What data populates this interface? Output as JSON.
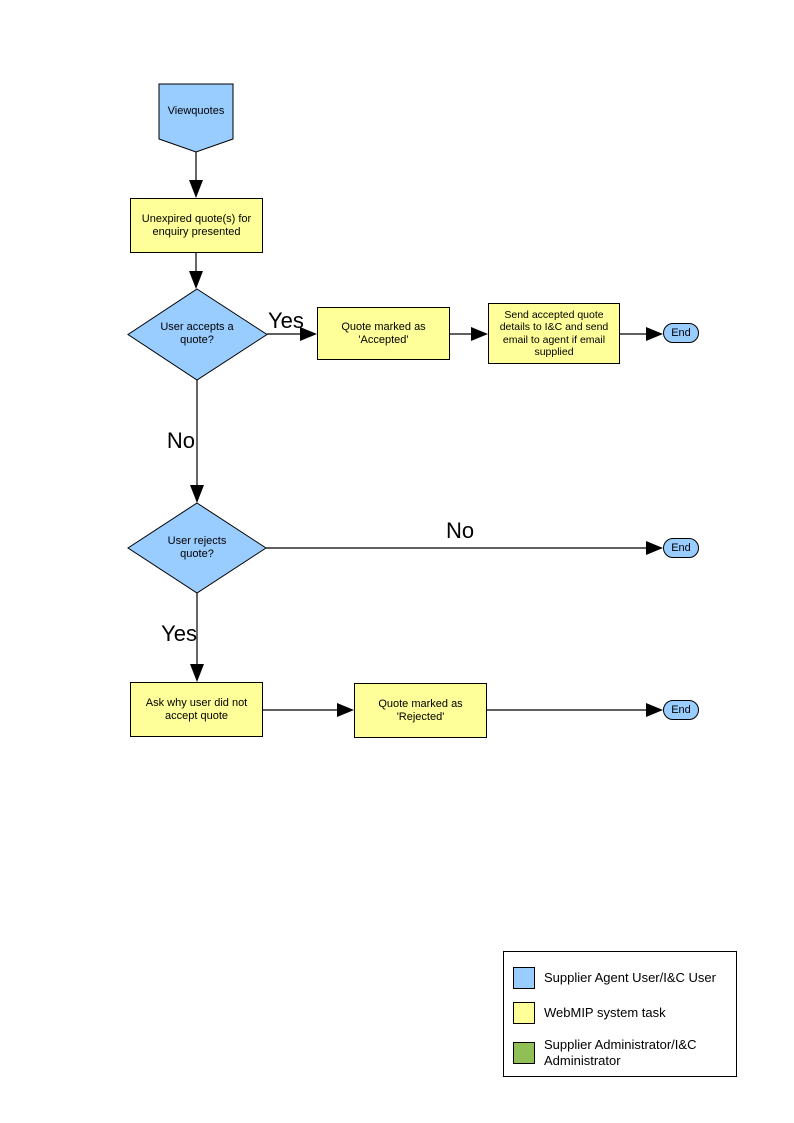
{
  "flowchart": {
    "nodes": {
      "viewquotes": "Viewquotes",
      "unexpired_quotes": "Unexpired quote(s) for enquiry presented",
      "user_accepts": "User accepts a quote?",
      "quote_accepted": "Quote  marked as 'Accepted'",
      "send_details": "Send accepted quote details to I&C and send email to agent if email supplied",
      "user_rejects": "User rejects quote?",
      "ask_why": "Ask why user did not accept quote",
      "quote_rejected": "Quote  marked as 'Rejected'",
      "end_accept": "End",
      "end_reject_no": "End",
      "end_reject_yes": "End"
    },
    "edge_labels": {
      "accepts_yes": "Yes",
      "accepts_no": "No",
      "rejects_no": "No",
      "rejects_yes": "Yes"
    }
  },
  "legend": {
    "items": [
      {
        "label": "Supplier Agent User/I&C User",
        "color": "#99CCFF"
      },
      {
        "label": "WebMIP system task",
        "color": "#FFFF99"
      },
      {
        "label": "Supplier Administrator/I&C Administrator",
        "color": "#8FBF55"
      }
    ]
  },
  "colors": {
    "actor_blue": "#99CCFF",
    "task_yellow": "#FFFF99",
    "admin_green": "#8FBF55",
    "line": "#000000"
  }
}
